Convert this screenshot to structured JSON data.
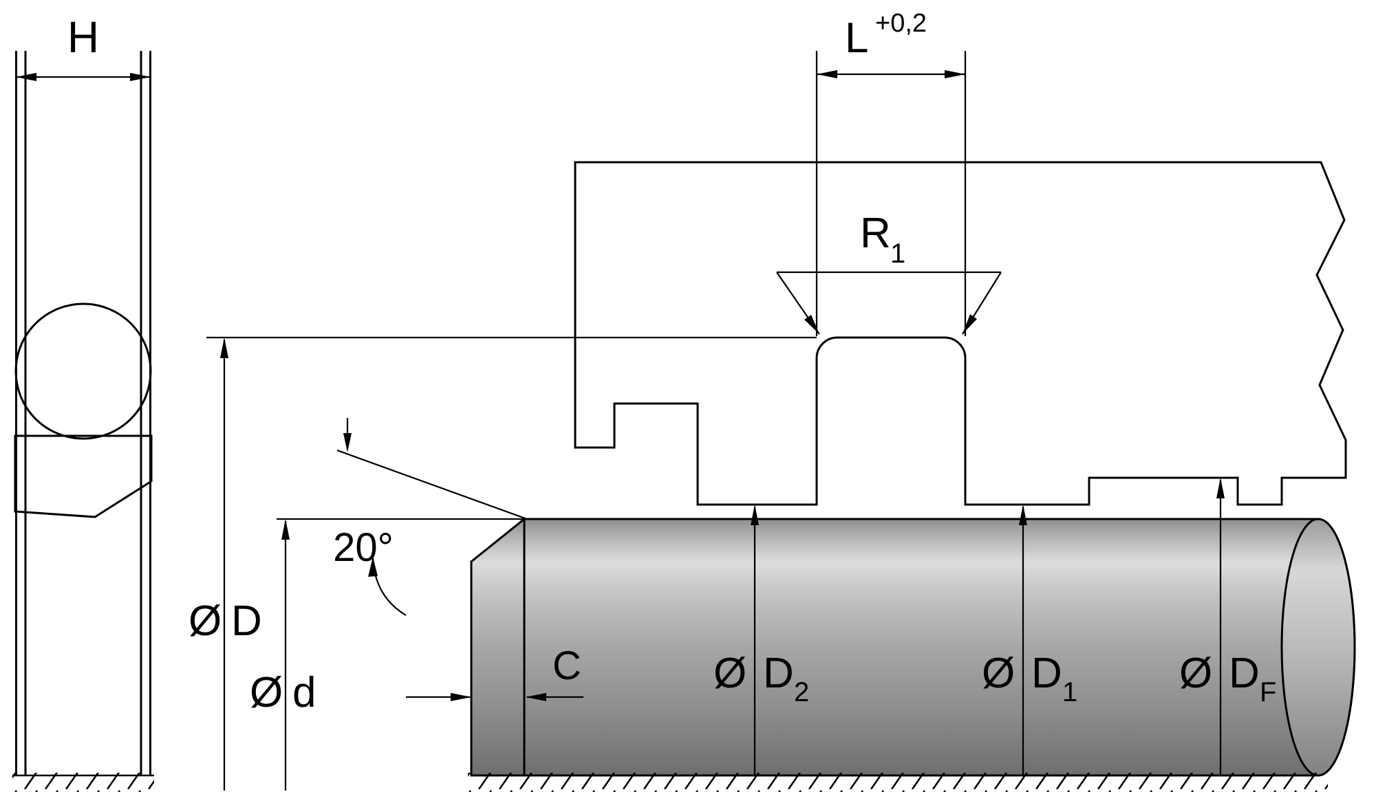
{
  "drawing": {
    "type": "technical-cross-section",
    "description": "Rod seal installation drawing with seal profile view and housing/rod assembly section",
    "colors": {
      "background": "#ffffff",
      "line": "#000000",
      "housing": "#d9dbd8",
      "oring": "#1b74c5",
      "seal_body": "#a2b8d8",
      "rod": {
        "s0": "#8e8f90",
        "s1": "#b2b3b4",
        "s2": "#dcdddf",
        "s3": "#c2c3c5",
        "s4": "#a6a7a9",
        "s5": "#8c8d8f",
        "s6": "#6e6f71"
      },
      "face": {
        "f0": "#9a9b9d",
        "f1": "#d6d7d9",
        "f2": "#b5b6b8",
        "f3": "#818284"
      }
    },
    "dimensions": {
      "seal_width": "H",
      "groove_length": "L",
      "groove_length_tolerance": "+0,2",
      "groove_radius_letter": "R",
      "groove_radius_sub": "1",
      "chamfer_angle": "20°",
      "bore_diameter_sym": "Ø",
      "bore_diameter_letter": "D",
      "rod_diameter_sym": "Ø",
      "rod_diameter_letter": "d",
      "chamfer_length": "C",
      "d2_sym": "Ø",
      "d2_letter": "D",
      "d2_sub": "2",
      "d1_sym": "Ø",
      "d1_letter": "D",
      "d1_sub": "1",
      "df_sym": "Ø",
      "df_letter": "D",
      "df_sub": "F"
    }
  }
}
